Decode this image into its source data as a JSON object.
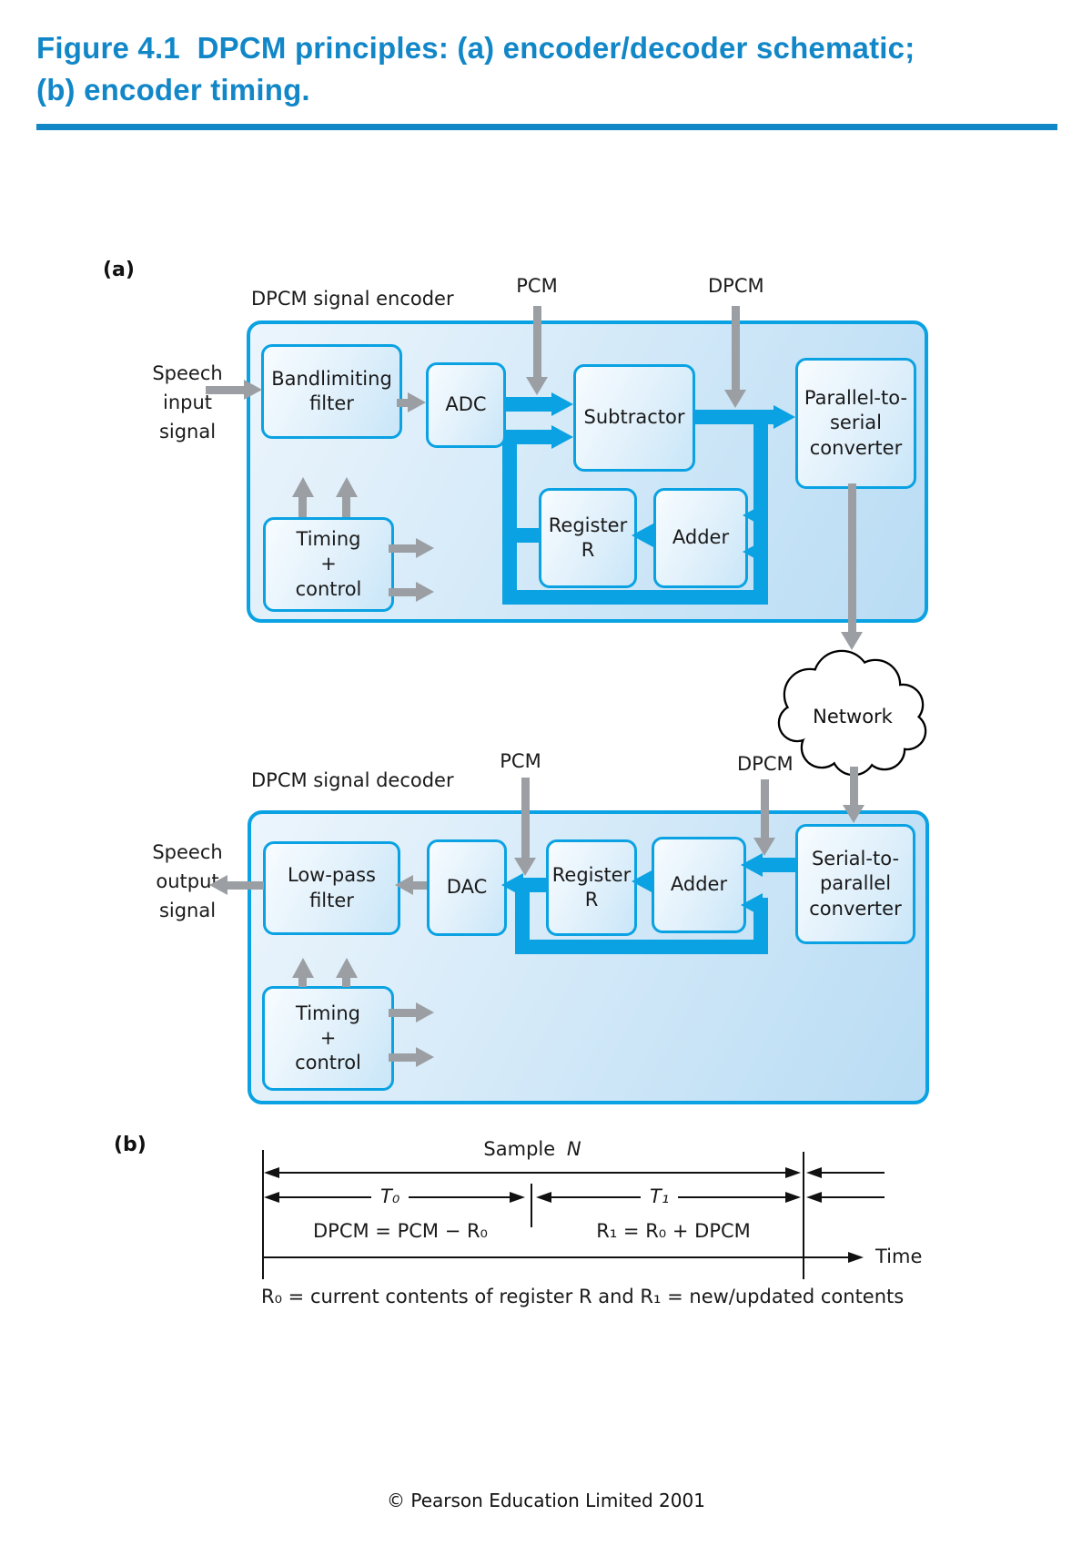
{
  "header": {
    "title_line1": "Figure 4.1  DPCM principles: (a) encoder/decoder schematic;",
    "title_line2": "(b) encoder timing."
  },
  "panel_a": {
    "label": "(a)",
    "encoder": {
      "title": "DPCM signal encoder",
      "pcm": "PCM",
      "dpcm": "DPCM",
      "input_signal": [
        "Speech",
        "input",
        "signal"
      ],
      "blocks": {
        "bandlimiting": [
          "Bandlimiting",
          "filter"
        ],
        "adc": [
          "ADC"
        ],
        "subtractor": [
          "Subtractor"
        ],
        "p2s": [
          "Parallel-to-",
          "serial",
          "converter"
        ],
        "register": [
          "Register",
          "R"
        ],
        "adder": [
          "Adder"
        ],
        "timing": [
          "Timing",
          "+",
          "control"
        ]
      }
    },
    "network": "Network",
    "decoder": {
      "title": "DPCM signal decoder",
      "pcm": "PCM",
      "dpcm": "DPCM",
      "output_signal": [
        "Speech",
        "output",
        "signal"
      ],
      "blocks": {
        "lowpass": [
          "Low-pass",
          "filter"
        ],
        "dac": [
          "DAC"
        ],
        "register": [
          "Register",
          "R"
        ],
        "adder": [
          "Adder"
        ],
        "s2p": [
          "Serial-to-",
          "parallel",
          "converter"
        ],
        "timing": [
          "Timing",
          "+",
          "control"
        ]
      }
    }
  },
  "panel_b": {
    "label": "(b)",
    "sample_word": "Sample",
    "sample_var": "N",
    "t0": "T₀",
    "t1": "T₁",
    "eq_left": "DPCM = PCM − R₀",
    "eq_right": "R₁ = R₀ + DPCM",
    "time": "Time",
    "footnote": "R₀ = current contents of register R and R₁ = new/updated contents"
  },
  "footer": "© Pearson Education Limited 2001",
  "colors": {
    "title_blue": "#1287c8",
    "diagram_blue": "#0aa2e2",
    "arrow_gray": "#9b9fa3"
  }
}
